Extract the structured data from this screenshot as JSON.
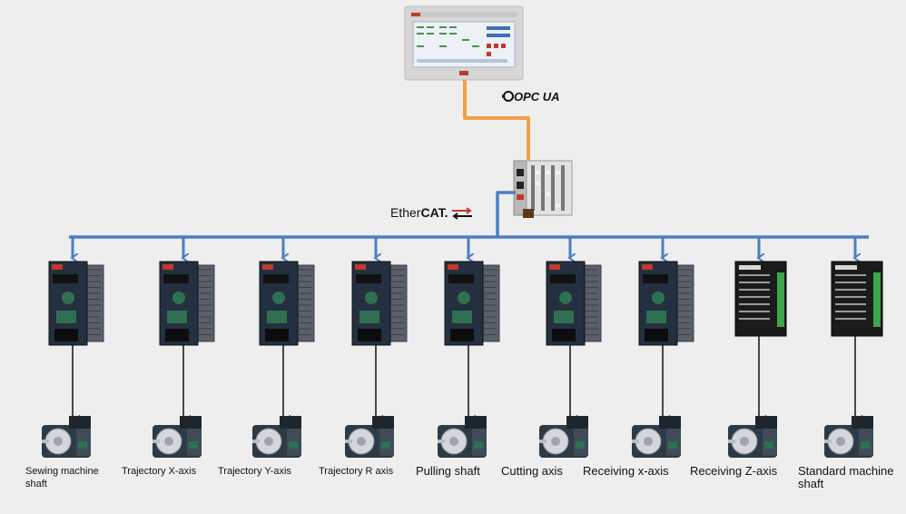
{
  "protocols": {
    "top": "OPC UA",
    "bus_prefix": "Ether",
    "bus_suffix": "CAT."
  },
  "colors": {
    "upper_link": "#f0a048",
    "bus": "#4a7fc4",
    "drive_link": "#111111",
    "background": "#eeeeee"
  },
  "axes": [
    {
      "label": "Sewing machine shaft",
      "drive_type": "servo-drive"
    },
    {
      "label": "Trajectory X-axis",
      "drive_type": "servo-drive"
    },
    {
      "label": "Trajectory Y-axis",
      "drive_type": "servo-drive"
    },
    {
      "label": "Trajectory R axis",
      "drive_type": "servo-drive"
    },
    {
      "label": "Pulling shaft",
      "drive_type": "servo-drive"
    },
    {
      "label": "Cutting axis",
      "drive_type": "servo-drive"
    },
    {
      "label": "Receiving x-axis",
      "drive_type": "servo-drive"
    },
    {
      "label": "Receiving Z-axis",
      "drive_type": "stepper-drive"
    },
    {
      "label": "Standard machine shaft",
      "drive_type": "stepper-drive"
    }
  ]
}
